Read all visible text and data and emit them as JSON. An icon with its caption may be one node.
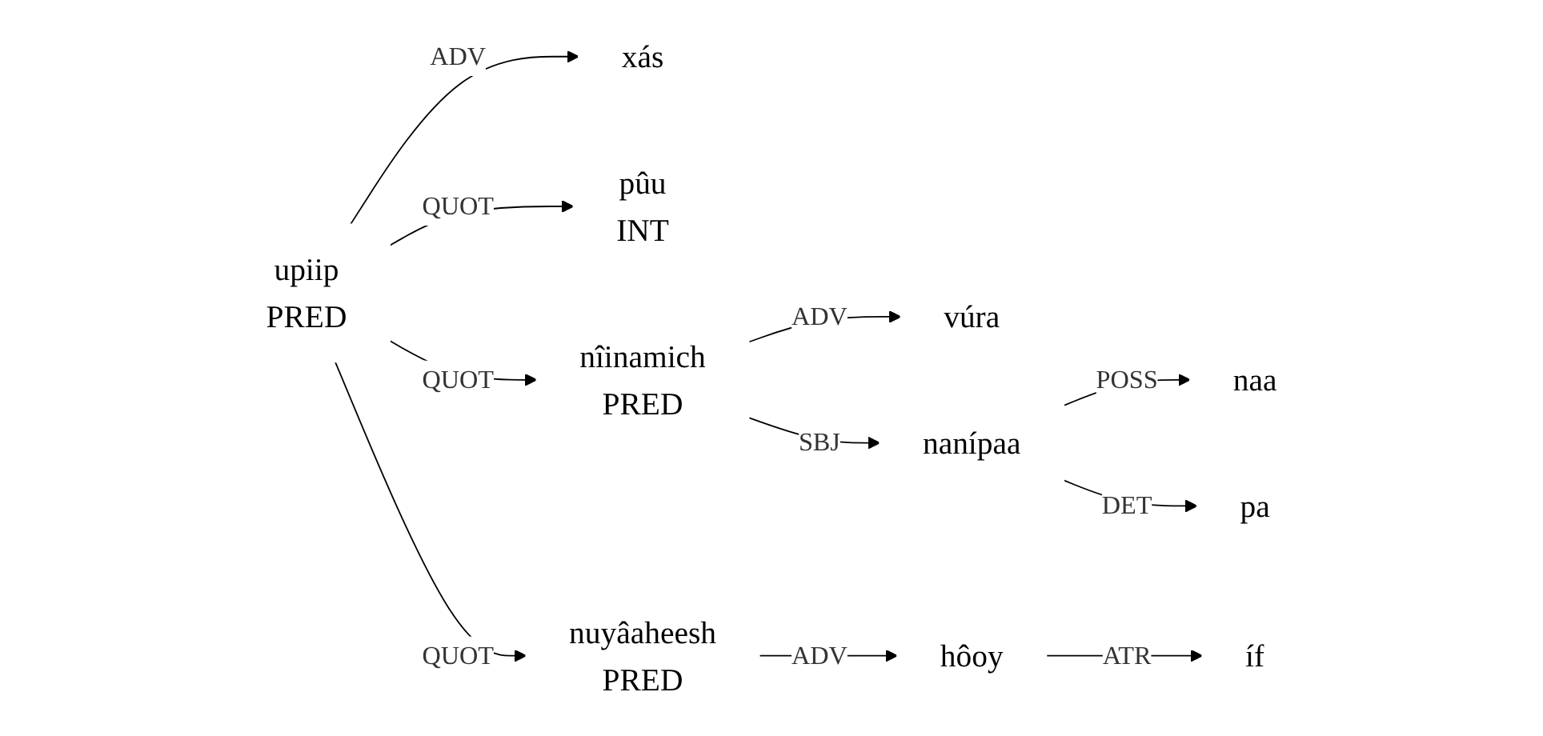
{
  "diagram": {
    "nodes": [
      {
        "text": [
          "xás"
        ]
      },
      {
        "text": [
          "upiip",
          "PRED"
        ]
      },
      {
        "text": [
          "pûu",
          "INT"
        ]
      },
      {
        "text": [
          "naa"
        ]
      },
      {
        "text": [
          "vúra"
        ]
      },
      {
        "text": [
          "pa"
        ]
      },
      {
        "text": [
          "nanípaa"
        ]
      },
      {
        "text": [
          "nîinamich",
          "PRED"
        ]
      },
      {
        "text": [
          "hôoy"
        ]
      },
      {
        "text": [
          "íf"
        ]
      },
      {
        "text": [
          "nuyâaheesh",
          "PRED"
        ]
      }
    ],
    "edges": [
      {
        "from": 1,
        "to": 0,
        "arrow": "to",
        "label": "ADV"
      },
      {
        "from": 1,
        "to": 2,
        "arrow": "to",
        "label": "QUOT"
      },
      {
        "from": 1,
        "to": 7,
        "arrow": "to",
        "label": "QUOT"
      },
      {
        "from": 1,
        "to": 10,
        "arrow": "to",
        "label": "QUOT"
      },
      {
        "from": 6,
        "to": 3,
        "arrow": "to",
        "label": "POSS"
      },
      {
        "from": 7,
        "to": 4,
        "arrow": "to",
        "label": "ADV"
      },
      {
        "from": 6,
        "to": 5,
        "arrow": "to",
        "label": "DET"
      },
      {
        "from": 7,
        "to": 6,
        "arrow": "to",
        "label": "SBJ"
      },
      {
        "from": 10,
        "to": 8,
        "arrow": "to",
        "label": "ADV"
      },
      {
        "from": 8,
        "to": 9,
        "arrow": "to",
        "label": "ATR"
      }
    ]
  }
}
